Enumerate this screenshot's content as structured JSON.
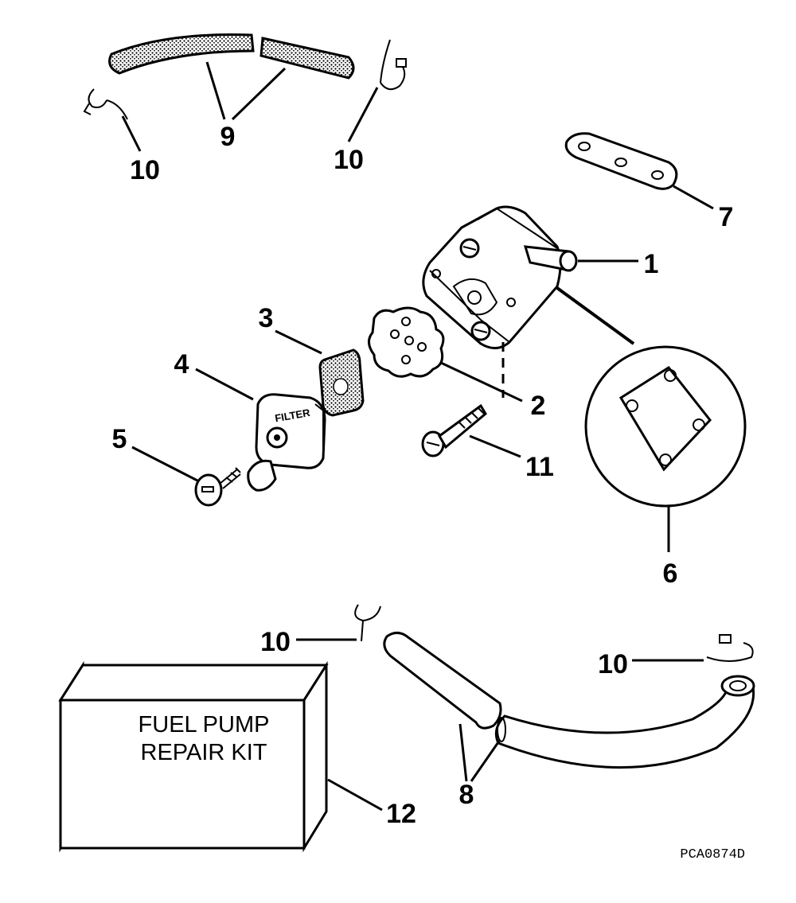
{
  "diagram": {
    "callouts": {
      "c1": "1",
      "c2": "2",
      "c3": "3",
      "c4": "4",
      "c5": "5",
      "c6": "6",
      "c7": "7",
      "c8": "8",
      "c9": "9",
      "c10a": "10",
      "c10b": "10",
      "c10c": "10",
      "c10d": "10",
      "c11": "11",
      "c12": "12"
    },
    "kit_label": {
      "line1": "FUEL PUMP",
      "line2": "REPAIR KIT"
    },
    "filter_stamp": "FILTER",
    "drawing_code": "PCA0874D"
  },
  "colors": {
    "ink": "#000000",
    "paper": "#ffffff"
  }
}
